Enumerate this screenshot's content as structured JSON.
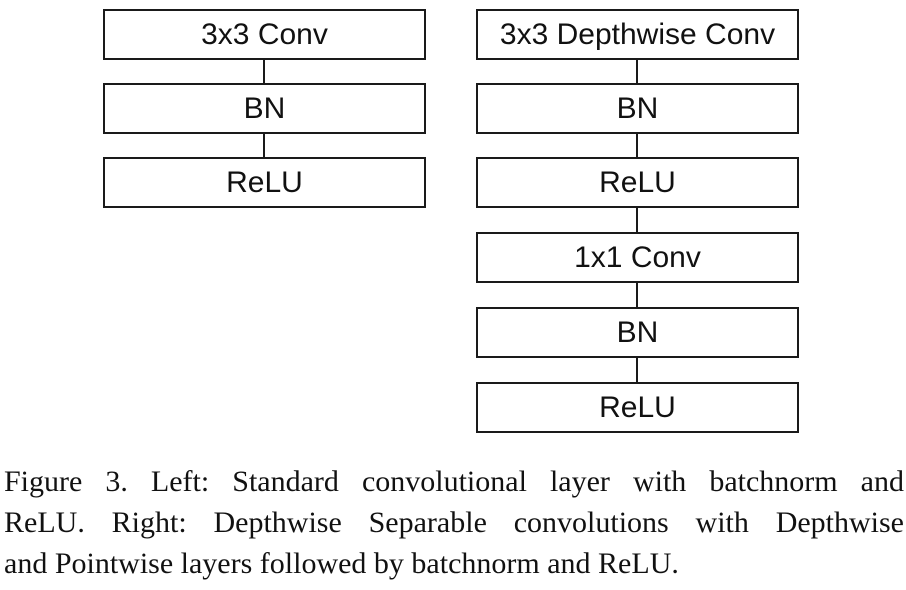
{
  "diagram": {
    "left_column": [
      {
        "label": "3x3 Conv"
      },
      {
        "label": "BN"
      },
      {
        "label": "ReLU"
      }
    ],
    "right_column": [
      {
        "label": "3x3 Depthwise Conv"
      },
      {
        "label": "BN"
      },
      {
        "label": "ReLU"
      },
      {
        "label": "1x1 Conv"
      },
      {
        "label": "BN"
      },
      {
        "label": "ReLU"
      }
    ]
  },
  "caption": {
    "lines": [
      "Figure 3. Left: Standard convolutional layer with batchnorm and",
      "ReLU. Right: Depthwise Separable convolutions with Depthwise",
      "and Pointwise layers followed by batchnorm and ReLU."
    ]
  }
}
